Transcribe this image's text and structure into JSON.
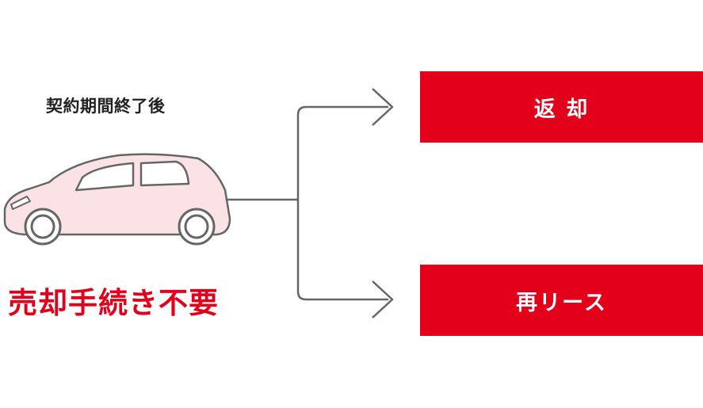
{
  "caption": "契約期間終了後",
  "headline": "売却手続き不要",
  "options": [
    {
      "label": "返 却"
    },
    {
      "label": "再リース"
    }
  ],
  "colors": {
    "accent": "#e2001a",
    "car_fill": "#fbe3e5",
    "outline": "#666666",
    "text": "#222222"
  },
  "icons": {
    "car": "car-icon",
    "arrow": "chevron-right-icon"
  }
}
